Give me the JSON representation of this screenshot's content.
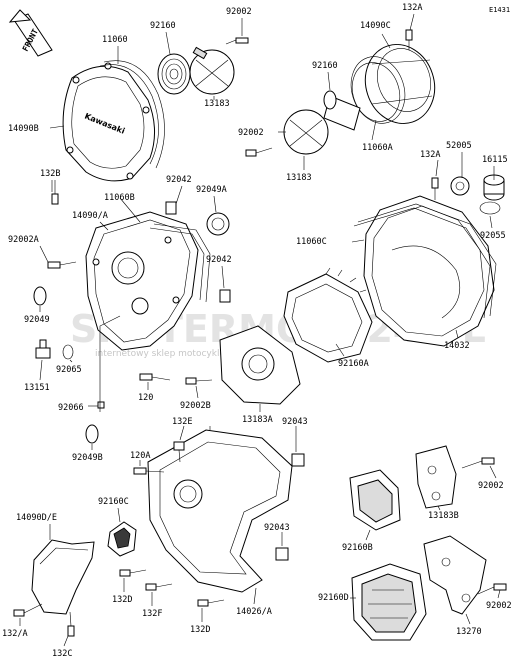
{
  "diagram_id": "E1431",
  "front_marker": "FRONT",
  "watermark": {
    "brand": "SKUTERMOTO24.PL",
    "tagline": "internetowy sklep motocyklowy"
  },
  "cover_lettering": "Kawasaki",
  "labels": {
    "p11060": "11060",
    "p92160_top": "92160",
    "p92002_top": "92002",
    "p13183_top": "13183",
    "p14090B": "14090B",
    "p132B": "132B",
    "p132A_top": "132A",
    "p14090C": "14090C",
    "p92160_mid": "92160",
    "p92002_mid": "92002",
    "p11060A": "11060A",
    "p13183_mid": "13183",
    "p92042_top": "92042",
    "p11060B": "11060B",
    "p14090A": "14090/A",
    "p92049A": "92049A",
    "p92002A": "92002A",
    "p92042_mid": "92042",
    "p92049": "92049",
    "p13151": "13151",
    "p92065": "92065",
    "p92066": "92066",
    "p120": "120",
    "p92002B": "92002B",
    "p13183A": "13183A",
    "p92049B": "92049B",
    "p132A_right": "132A",
    "p52005": "52005",
    "p16115": "16115",
    "p11060C": "11060C",
    "p92055": "92055",
    "p14032": "14032",
    "p92160A": "92160A",
    "p132E": "132E",
    "p92043_top": "92043",
    "p120A": "120A",
    "p92160C": "92160C",
    "p14090DE": "14090D/E",
    "p92043_bot": "92043",
    "p132D_a": "132D",
    "p132F": "132F",
    "p132D_b": "132D",
    "p14026A": "14026/A",
    "p132A_bot": "132/A",
    "p132C": "132C",
    "p92002_r1": "92002",
    "p13183B": "13183B",
    "p92160B": "92160B",
    "p92160D": "92160D",
    "p92002_r2": "92002",
    "p13270": "13270"
  }
}
